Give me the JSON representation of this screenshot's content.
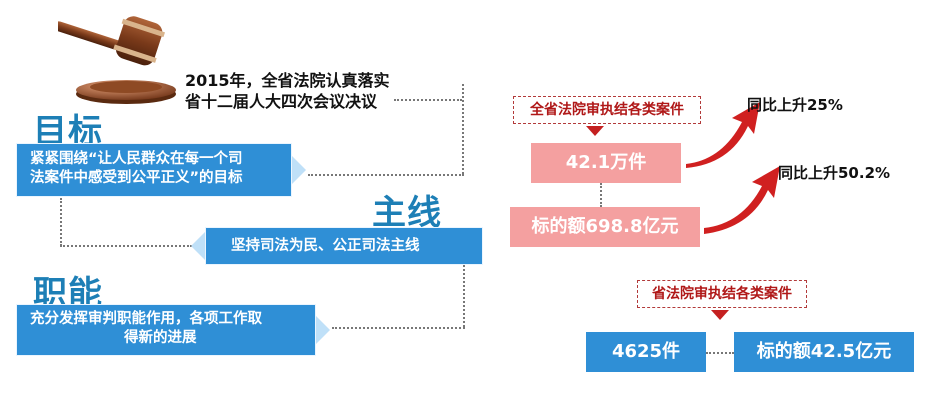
{
  "intro": {
    "line1": "2015年，全省法院认真落实",
    "line2": "省十二届人大四次会议决议"
  },
  "sections": {
    "goal": {
      "heading": "目标",
      "line1": "紧紧围绕“让人民群众在每一个司",
      "line2": "法案件中感受到公平正义”的目标"
    },
    "mainline": {
      "heading": "主线",
      "text": "坚持司法为民、公正司法主线"
    },
    "function": {
      "heading": "职能",
      "line1": "充分发挥审判职能作用，各项工作取",
      "line2": "得新的进展"
    }
  },
  "statewide": {
    "label": "全省法院审执结各类案件",
    "cases": "42.1万件",
    "amount": "标的额698.8亿元",
    "cases_growth": "同比上升25%",
    "amount_growth": "同比上升50.2%"
  },
  "provincial": {
    "label": "省法院审执结各类案件",
    "cases": "4625件",
    "amount": "标的额42.5亿元"
  },
  "colors": {
    "heading_blue": "#1d7fb6",
    "box_blue": "#2f8fd6",
    "pink": "#f4a0a0",
    "red": "#c42020"
  }
}
